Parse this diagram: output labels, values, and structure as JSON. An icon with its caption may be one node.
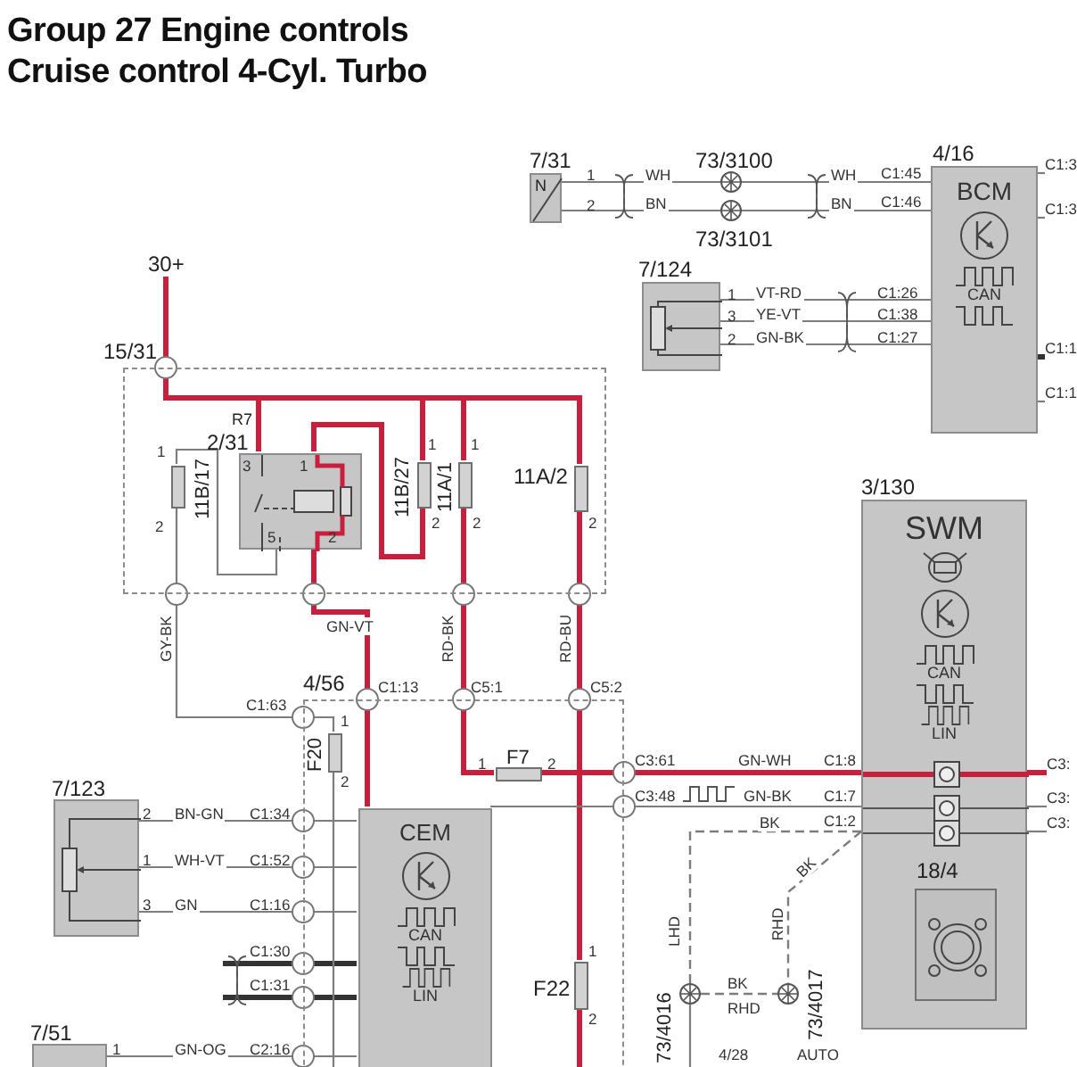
{
  "diagram": {
    "title": "Group 27 Engine controls Cruise control 4-Cyl. Turbo",
    "nodes": [
      {
        "text": [
          "7/31",
          "N"
        ]
      },
      {
        "text": [
          "4/16",
          "BCM",
          "CAN"
        ]
      },
      {
        "text": [
          "7/124"
        ]
      },
      {
        "text": [
          "15/31"
        ]
      },
      {
        "text": [
          "R7",
          "2/31"
        ],
        "in": 3
      },
      {
        "text": [
          "11B/17"
        ],
        "in": 3
      },
      {
        "text": [
          "11B/27"
        ],
        "in": 3
      },
      {
        "text": [
          "11A/1"
        ],
        "in": 3
      },
      {
        "text": [
          "11A/2"
        ],
        "in": 3
      },
      {
        "text": [
          "3/130",
          "SWM",
          "CAN",
          "LIN"
        ]
      },
      {
        "text": [
          "18/4"
        ],
        "in": 9
      },
      {
        "text": [
          "4/56"
        ]
      },
      {
        "text": [
          "F20"
        ],
        "in": 11
      },
      {
        "text": [
          "F7"
        ],
        "in": 11
      },
      {
        "text": [
          "F22"
        ],
        "in": 11
      },
      {
        "text": [
          "CEM",
          "CAN",
          "LIN"
        ],
        "in": 11
      },
      {
        "text": [
          "7/123"
        ]
      },
      {
        "text": [
          "7/51"
        ]
      },
      {
        "text": [
          "73/3100"
        ]
      },
      {
        "text": [
          "73/3101"
        ]
      },
      {
        "text": [
          "73/4016"
        ]
      },
      {
        "text": [
          "73/4017"
        ]
      },
      {
        "text": [
          "30+"
        ]
      },
      {
        "text": [
          "C1:3"
        ]
      },
      {
        "text": [
          "C1:3"
        ]
      },
      {
        "text": [
          "C1:1"
        ]
      },
      {
        "text": [
          "C1:1"
        ]
      },
      {
        "text": [
          "C3:"
        ]
      },
      {
        "text": [
          "C3:"
        ]
      },
      {
        "text": [
          "C3:"
        ]
      }
    ],
    "edges": [
      {
        "from": 22,
        "to": 3,
        "arrow": "none",
        "style": "thick",
        "color": "#c8203c"
      },
      {
        "from": 3,
        "to": 4,
        "arrow": "none",
        "style": "thick",
        "color": "#c8203c"
      },
      {
        "from": 3,
        "to": 6,
        "arrow": "none",
        "style": "thick",
        "color": "#c8203c"
      },
      {
        "from": 3,
        "to": 7,
        "arrow": "none",
        "style": "thick",
        "color": "#c8203c"
      },
      {
        "from": 3,
        "to": 8,
        "arrow": "none",
        "style": "thick",
        "color": "#c8203c"
      },
      {
        "from": 6,
        "to": 4,
        "arrow": "none",
        "style": "thick",
        "color": "#c8203c"
      },
      {
        "from": 4,
        "to": 5,
        "arrow": "none"
      },
      {
        "from": 5,
        "to": 12,
        "arrow": "none",
        "label": "GY-BK"
      },
      {
        "from": 4,
        "to": 15,
        "arrow": "none",
        "label": "GN-VT",
        "style": "thick",
        "color": "#c8203c"
      },
      {
        "from": 7,
        "to": 13,
        "arrow": "none",
        "label": "RD-BK",
        "style": "thick",
        "color": "#c8203c"
      },
      {
        "from": 8,
        "to": 14,
        "arrow": "none",
        "label": "RD-BU",
        "style": "thick",
        "color": "#c8203c"
      },
      {
        "from": 13,
        "to": 9,
        "arrow": "none",
        "label": "GN-WH",
        "style": "thick",
        "color": "#c8203c"
      },
      {
        "from": 15,
        "to": 9,
        "arrow": "none",
        "label": "GN-BK"
      },
      {
        "from": 0,
        "to": 18,
        "arrow": "none",
        "label": "WH"
      },
      {
        "from": 18,
        "to": 1,
        "arrow": "none",
        "label": "WH"
      },
      {
        "from": 0,
        "to": 19,
        "arrow": "none",
        "label": "BN"
      },
      {
        "from": 19,
        "to": 1,
        "arrow": "none",
        "label": "BN"
      },
      {
        "from": 2,
        "to": 1,
        "arrow": "none",
        "label": "VT-RD"
      },
      {
        "from": 2,
        "to": 1,
        "arrow": "none",
        "label": "YE-VT"
      },
      {
        "from": 2,
        "to": 1,
        "arrow": "none",
        "label": "GN-BK"
      },
      {
        "from": 16,
        "to": 15,
        "arrow": "none",
        "label": "BN-GN"
      },
      {
        "from": 16,
        "to": 15,
        "arrow": "none",
        "label": "WH-VT"
      },
      {
        "from": 16,
        "to": 15,
        "arrow": "none",
        "label": "GN"
      },
      {
        "from": 17,
        "to": 15,
        "arrow": "none",
        "label": "GN-OG"
      },
      {
        "from": 9,
        "to": 20,
        "arrow": "none",
        "label": "BK",
        "style": "dashed"
      },
      {
        "from": 9,
        "to": 21,
        "arrow": "none",
        "label": "BK",
        "style": "dashed"
      },
      {
        "from": 20,
        "to": 21,
        "arrow": "none",
        "label": "BK",
        "style": "dashed"
      },
      {
        "from": null,
        "to": 15,
        "arrow": "none",
        "style": "thick",
        "color": "#333333"
      },
      {
        "from": null,
        "to": 15,
        "arrow": "none",
        "style": "thick",
        "color": "#333333"
      },
      {
        "from": 1,
        "to": 23,
        "arrow": "none"
      },
      {
        "from": 1,
        "to": 24,
        "arrow": "none"
      },
      {
        "from": 1,
        "to": 25,
        "arrow": "none",
        "style": "thick",
        "color": "#333333"
      },
      {
        "from": 1,
        "to": 26,
        "arrow": "none"
      },
      {
        "from": 9,
        "to": 27,
        "arrow": "none",
        "style": "thick",
        "color": "#c8203c"
      },
      {
        "from": 9,
        "to": 28,
        "arrow": "none"
      },
      {
        "from": 9,
        "to": 29,
        "arrow": "none"
      },
      {
        "from": 14,
        "to": null,
        "arrow": "none",
        "style": "thick",
        "color": "#c8203c"
      },
      {
        "from": 12,
        "to": null,
        "arrow": "none"
      },
      {
        "from": 20,
        "to": null,
        "arrow": "none"
      }
    ],
    "labels": [
      "1",
      "2",
      "C1:45",
      "C1:46",
      "1",
      "3",
      "2",
      "C1:26",
      "C1:38",
      "C1:27",
      "1",
      "3",
      "1",
      "1",
      "1",
      "2",
      "5",
      "2",
      "2",
      "2",
      "2",
      "C1:63",
      "C1:13",
      "C5:1",
      "C5:2",
      "1",
      "1",
      "2",
      "C3:61",
      "C1:8",
      "2",
      "C3:48",
      "C1:7",
      "C1:2",
      "2",
      "C1:34",
      "1",
      "C1:52",
      "3",
      "C1:16",
      "LHD",
      "RHD",
      "C1:30",
      "1",
      "C1:31",
      "RHD",
      "2",
      "1",
      "C2:16",
      "4/28",
      "AUTO"
    ]
  }
}
